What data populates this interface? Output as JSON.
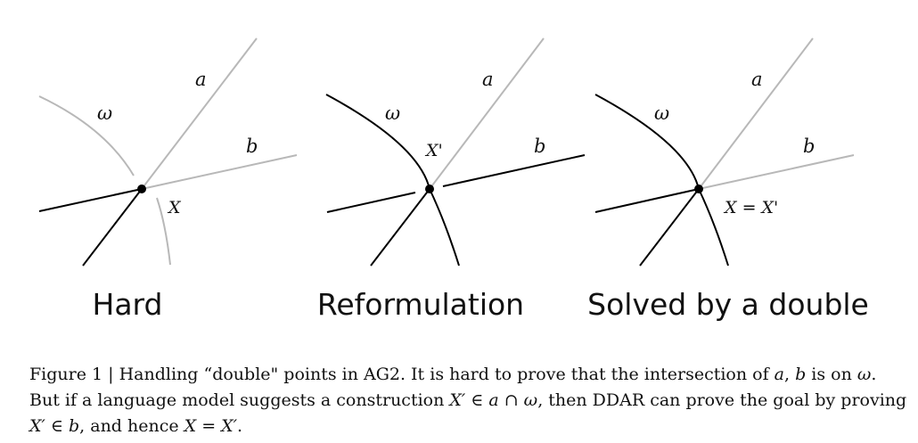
{
  "panels": [
    {
      "title": "Hard",
      "labels": {
        "omega": "ω",
        "a": "a",
        "b": "b",
        "point": "X"
      }
    },
    {
      "title": "Reformulation",
      "labels": {
        "omega": "ω",
        "a": "a",
        "b": "b",
        "point": "X'"
      }
    },
    {
      "title": "Solved by a double",
      "labels": {
        "omega": "ω",
        "a": "a",
        "b": "b",
        "point": "X = X'"
      }
    }
  ],
  "caption": {
    "line1_prefix": "Figure 1 | Handling “double\" points in AG2. It is hard to prove that the intersection of ",
    "line1_math1": "a",
    "line1_mid": ", ",
    "line1_math2": "b",
    "line1_mid2": " is on ",
    "line1_math3": "ω",
    "line1_end": ".",
    "line2_prefix": "But if a language model suggests a construction ",
    "line2_math": "X′ ∈ a ∩ ω",
    "line2_end": ", then DDAR can prove the goal by proving",
    "line3_math1": "X′ ∈ b",
    "line3_mid": ", and hence ",
    "line3_math2": "X = X′",
    "line3_end": "."
  },
  "colors": {
    "dark": "#000000",
    "light": "#b8b8b8"
  }
}
